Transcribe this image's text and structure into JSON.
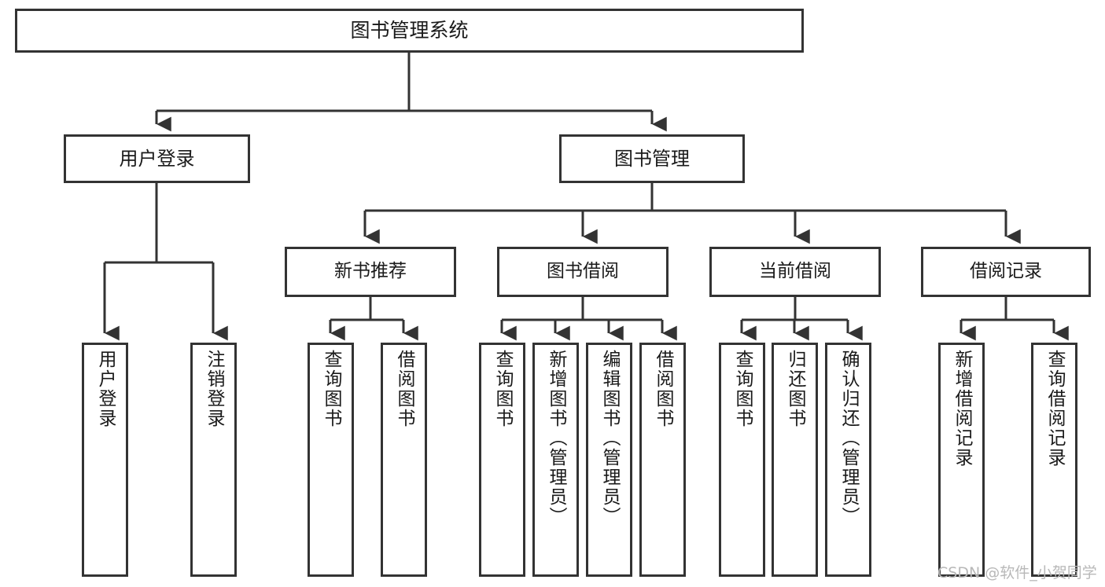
{
  "diagram": {
    "title": "图书管理系统",
    "type": "tree-hierarchy-diagram",
    "stroke_color": "#333333",
    "fill_color": "#ffffff",
    "text_color": "#1a1a1a"
  },
  "root": {
    "label": "图书管理系统"
  },
  "level2": [
    {
      "label": "用户登录"
    },
    {
      "label": "图书管理"
    }
  ],
  "level3": [
    {
      "label": "新书推荐"
    },
    {
      "label": "图书借阅"
    },
    {
      "label": "当前借阅"
    },
    {
      "label": "借阅记录"
    }
  ],
  "leaves": {
    "user_login": [
      {
        "label": "用户登录"
      },
      {
        "label": "注销登录"
      }
    ],
    "new_book_recommend": [
      {
        "label": "查询图书"
      },
      {
        "label": "借阅图书"
      }
    ],
    "book_borrow": [
      {
        "label": "查询图书"
      },
      {
        "label": "新增图书（管理员）"
      },
      {
        "label": "编辑图书（管理员）"
      },
      {
        "label": "借阅图书"
      }
    ],
    "current_borrow": [
      {
        "label": "查询图书"
      },
      {
        "label": "归还图书"
      },
      {
        "label": "确认归还（管理员）"
      }
    ],
    "borrow_record": [
      {
        "label": "新增借阅记录"
      },
      {
        "label": "查询借阅记录"
      }
    ]
  },
  "watermark": {
    "text": "CSDN @软件_小贺同学"
  }
}
